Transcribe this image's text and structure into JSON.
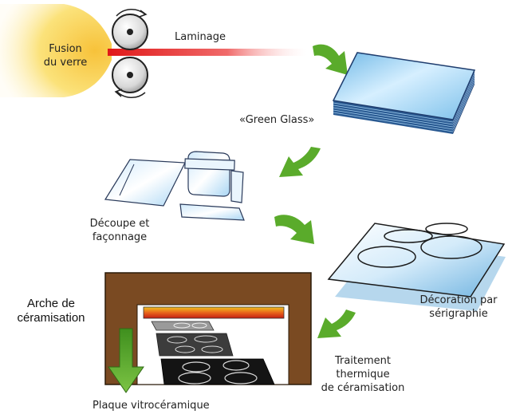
{
  "labels": {
    "fusion_line1": "Fusion",
    "fusion_line2": "du verre",
    "laminage": "Laminage",
    "green_glass": "«Green Glass»",
    "decoupe_line1": "Découpe et",
    "decoupe_line2": "façonnage",
    "decoration_line1": "Décoration par",
    "decoration_line2": "sérigraphie",
    "traitement_line1": "Traitement",
    "traitement_line2": "thermique",
    "traitement_line3": "de céramisation",
    "arche_line1": "Arche de",
    "arche_line2": "céramisation",
    "plaque": "Plaque vitrocéramique"
  },
  "colors": {
    "arrow_green": "#5aab2b",
    "furnace_brown": "#7a4a22",
    "glass_blue": "#8cc8ec",
    "glass_dark": "#2a4a7a",
    "molten_yellow": "#f8d84a",
    "ribbon_red": "#e02020"
  }
}
